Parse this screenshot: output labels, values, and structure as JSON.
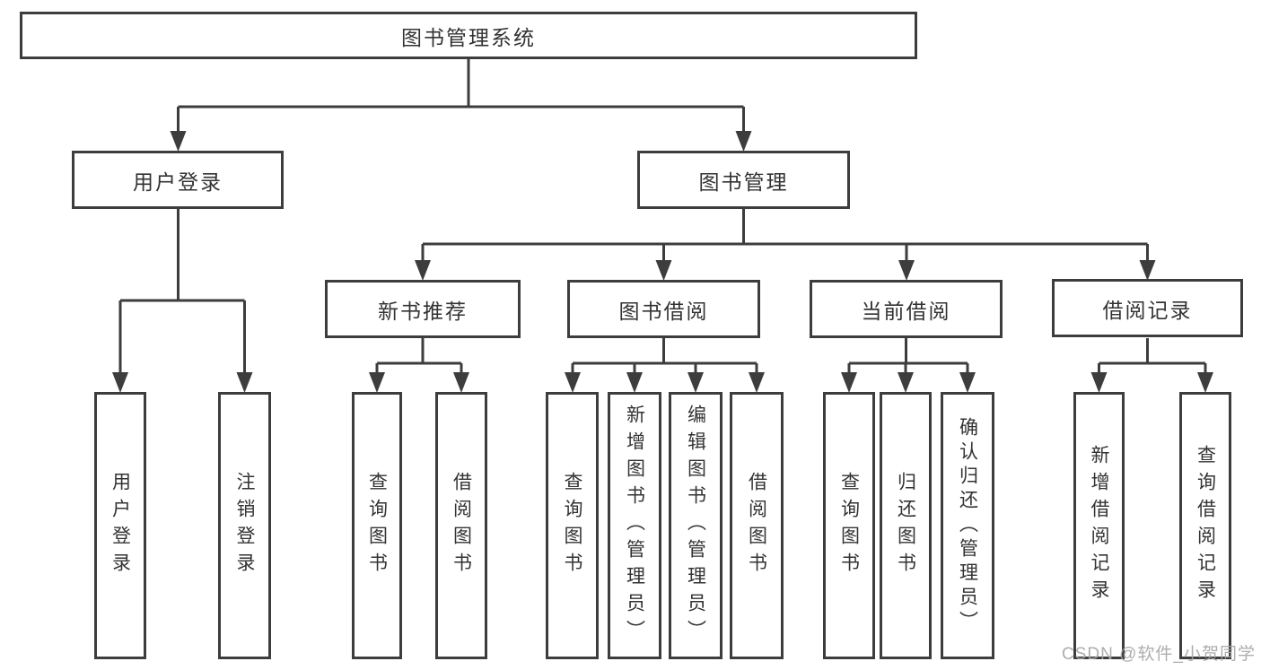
{
  "diagram": {
    "type": "hierarchy-tree",
    "title": "图书管理系统",
    "colors": {
      "background": "#ffffff",
      "box_border": "#3d3d3d",
      "connector_line": "#3d3d3d",
      "label_text": "#333333",
      "watermark_text": "#a4a4a4"
    },
    "watermark": {
      "text": "CSDN @软件_小贺同学"
    },
    "nodes": {
      "root": {
        "id": "library-management-system",
        "label": "图书管理系统"
      },
      "level2": [
        {
          "id": "user-login",
          "label": "用户登录",
          "parent": "library-management-system"
        },
        {
          "id": "book-management",
          "label": "图书管理",
          "parent": "library-management-system"
        }
      ],
      "level3": [
        {
          "id": "new-book-recommend",
          "label": "新书推荐",
          "parent": "book-management"
        },
        {
          "id": "book-borrowing",
          "label": "图书借阅",
          "parent": "book-management"
        },
        {
          "id": "current-borrowing",
          "label": "当前借阅",
          "parent": "book-management"
        },
        {
          "id": "borrowing-records",
          "label": "借阅记录",
          "parent": "book-management"
        }
      ],
      "leaves": [
        {
          "id": "leaf-user-login",
          "label": "用户登录",
          "parent": "user-login"
        },
        {
          "id": "leaf-logout",
          "label": "注销登录",
          "parent": "user-login"
        },
        {
          "id": "leaf-query-books-recommend",
          "label": "查询图书",
          "parent": "new-book-recommend"
        },
        {
          "id": "leaf-borrow-books-recommend",
          "label": "借阅图书",
          "parent": "new-book-recommend"
        },
        {
          "id": "leaf-query-books-borrowing",
          "label": "查询图书",
          "parent": "book-borrowing"
        },
        {
          "id": "leaf-add-books-admin",
          "label": "新增图书（管理员）",
          "parent": "book-borrowing"
        },
        {
          "id": "leaf-edit-books-admin",
          "label": "编辑图书（管理员）",
          "parent": "book-borrowing"
        },
        {
          "id": "leaf-borrow-books-borrowing",
          "label": "借阅图书",
          "parent": "book-borrowing"
        },
        {
          "id": "leaf-query-books-current",
          "label": "查询图书",
          "parent": "current-borrowing"
        },
        {
          "id": "leaf-return-books",
          "label": "归还图书",
          "parent": "current-borrowing"
        },
        {
          "id": "leaf-confirm-return-admin",
          "label": "确认归还（管理员）",
          "parent": "current-borrowing"
        },
        {
          "id": "leaf-add-borrow-record",
          "label": "新增借阅记录",
          "parent": "borrowing-records"
        },
        {
          "id": "leaf-query-borrow-record",
          "label": "查询借阅记录",
          "parent": "borrowing-records"
        }
      ]
    }
  }
}
